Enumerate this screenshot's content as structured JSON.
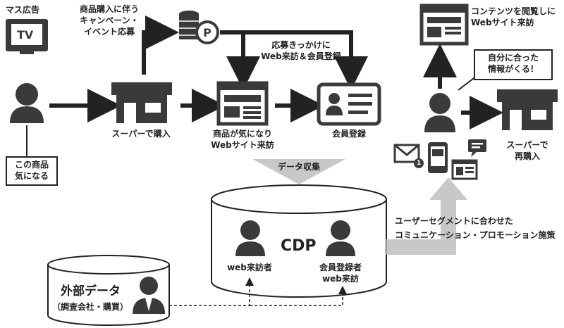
{
  "labels": {
    "mass_ad": "マス広告",
    "tv": "TV",
    "campaign": "商品購入に伴う\nキャンペーン・\nイベント応募",
    "apply_register": "応募きっかけに\nWeb来訪＆会員登録",
    "purchase_super": "スーパーで購入",
    "product_interest": "商品が気になり\nWebサイト来訪",
    "member_register": "会員登録",
    "interested_callout": "この商品\n気になる",
    "data_collection": "データ収集",
    "cdp": "CDP",
    "web_visitor": "web来訪者",
    "member_web": "会員登録者\nweb来訪",
    "external_data": "外部データ",
    "external_sub": "（調査会社・購買）",
    "content_browse": "コンテンツを閲覧しに\nWebサイト来訪",
    "info_callout": "自分に合った\n情報がくる！",
    "repurchase": "スーパーで\n再購入",
    "segment_comm": "ユーザーセグメントに合わせた\nコミュニケーション・プロモーション施策",
    "mail_badge": "1"
  },
  "icons": [
    "tv-icon",
    "coins-point-icon",
    "person-icon",
    "store-icon",
    "webpage-icon",
    "member-card-icon",
    "mail-icon",
    "phone-chat-icon",
    "chat-bubble-icon",
    "business-person-icon",
    "database-cylinder-icon"
  ]
}
